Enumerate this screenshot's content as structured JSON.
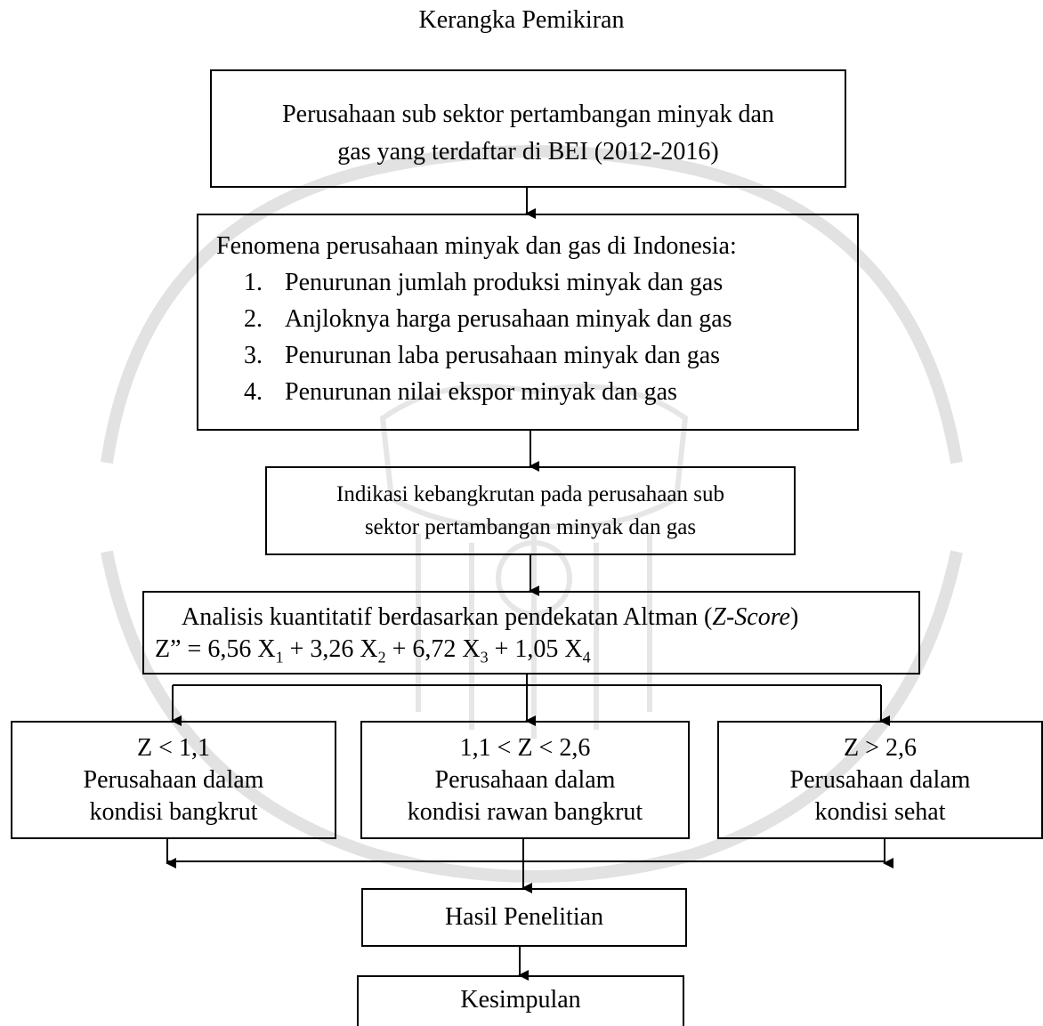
{
  "title": "Kerangka Pemikiran",
  "source": {
    "line1": "Perusahaan sub sektor pertambangan minyak dan",
    "line2": "gas yang terdaftar di BEI (2012-2016)"
  },
  "phenomena": {
    "heading": "Fenomena perusahaan minyak dan gas di Indonesia:",
    "items": [
      "Penurunan jumlah produksi minyak dan gas",
      "Anjloknya harga perusahaan minyak dan gas",
      "Penurunan laba perusahaan minyak dan gas",
      "Penurunan nilai ekspor minyak dan gas"
    ]
  },
  "indication": {
    "line1": "Indikasi kebangkrutan pada perusahaan sub",
    "line2": "sektor pertambangan minyak dan gas"
  },
  "analysis": {
    "line1_prefix": "Analisis kuantitatif berdasarkan pendekatan Altman (",
    "line1_italic": "Z-Score",
    "line1_suffix": ")",
    "formula": {
      "lhs": "Z” = ",
      "t1_coef": "6,56 X",
      "t1_sub": "1",
      "op1": " + ",
      "t2_coef": "3,26 X",
      "t2_sub": "2",
      "op2": " + ",
      "t3_coef": "6,72 X",
      "t3_sub": "3",
      "op3": " + ",
      "t4_coef": "1,05 X",
      "t4_sub": "4"
    }
  },
  "outcomes": {
    "bankrupt": {
      "criterion": "Z < 1,1",
      "line1": "Perusahaan dalam",
      "line2": "kondisi bangkrut"
    },
    "grey": {
      "criterion": "1,1 < Z < 2,6",
      "line1": "Perusahaan dalam",
      "line2": "kondisi rawan bangkrut"
    },
    "healthy": {
      "criterion": "Z > 2,6",
      "line1": "Perusahaan dalam",
      "line2": "kondisi sehat"
    }
  },
  "results": {
    "label": "Hasil Penelitian"
  },
  "conclusion": {
    "label": "Kesimpulan"
  },
  "colors": {
    "line": "#000000",
    "watermark": "#d9d9d9"
  }
}
